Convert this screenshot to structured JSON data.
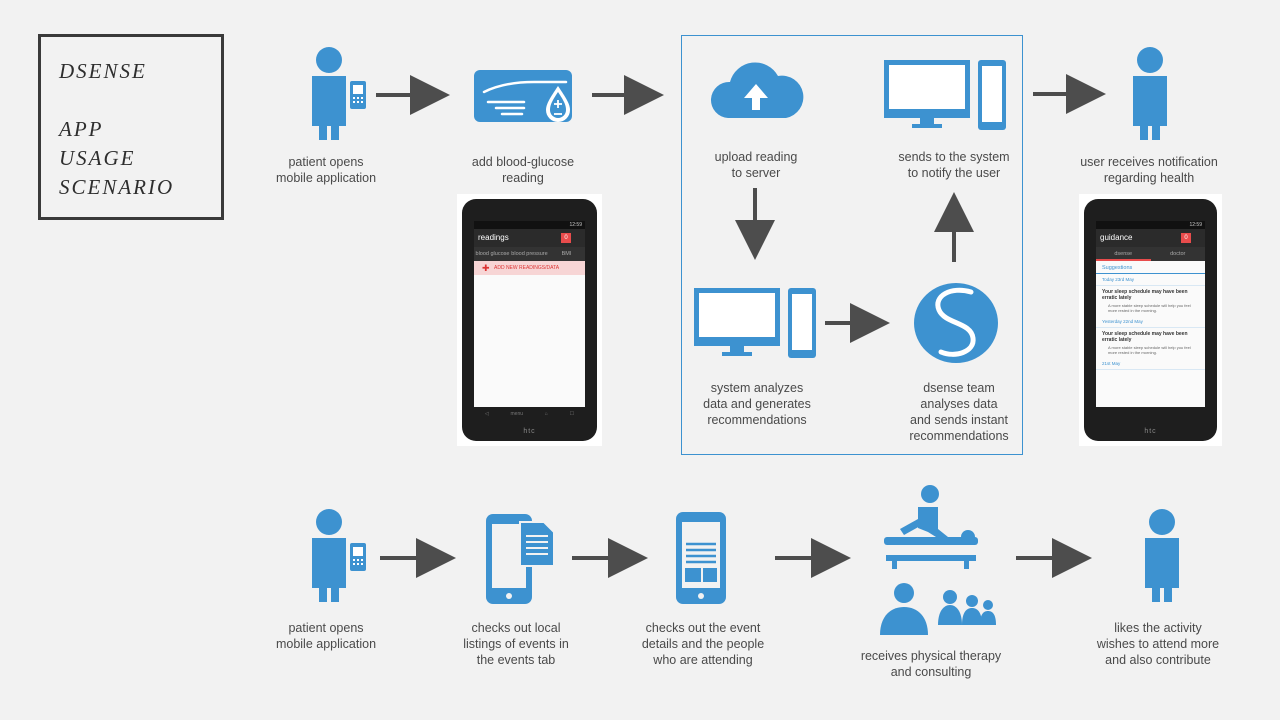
{
  "title": {
    "line1": "DSENSE",
    "line2": "APP",
    "line3": "USAGE",
    "line4": "SCENARIO"
  },
  "steps_top": [
    {
      "label": "patient opens\nmobile application",
      "icon": "person-phone-icon"
    },
    {
      "label": "add blood-glucose\nreading",
      "icon": "glucose-finger-icon"
    },
    {
      "label": "upload reading\nto server",
      "icon": "cloud-upload-icon"
    },
    {
      "label": "sends to the system\nto notify the user",
      "icon": "computer-icon"
    },
    {
      "label": "user receives notification\nregarding health",
      "icon": "person-icon"
    },
    {
      "label": "system analyzes\ndata and generates\nrecommendations",
      "icon": "computer-icon"
    },
    {
      "label": "dsense team\nanalyses data\nand sends instant\nrecommendations",
      "icon": "dsense-logo-icon"
    }
  ],
  "steps_bottom": [
    {
      "label": "patient opens\nmobile application",
      "icon": "person-phone-icon"
    },
    {
      "label": "checks out local\nlistings of events in\nthe events tab",
      "icon": "phone-document-icon"
    },
    {
      "label": "checks out the event\ndetails and the people\nwho are attending",
      "icon": "phone-details-icon"
    },
    {
      "label": "receives physical therapy\nand consulting",
      "icon": "therapy-consulting-icon"
    },
    {
      "label": "likes the activity\nwishes to attend more\nand also contribute",
      "icon": "person-icon"
    }
  ],
  "phone_readings": {
    "status_time": "12:59",
    "title": "readings",
    "badge": "0",
    "tabs": [
      "blood glucose",
      "blood pressure",
      "BMI"
    ],
    "add_label": "ADD NEW READINGS/DATA",
    "nav": [
      "◁",
      "menu",
      "⌂",
      "☐"
    ],
    "brand": "htc"
  },
  "phone_guidance": {
    "status_time": "12:59",
    "title": "guidance",
    "badge": "0",
    "tabs": [
      "dsense",
      "doctor"
    ],
    "heading": "Suggestions",
    "date1": "Today 23rd May",
    "item1_title": "Your sleep schedule may have been erratic lately",
    "item1_body": "A more stable sleep schedule will help you feel more rested in the morning.",
    "date2": "Yesterday 22nd May",
    "item2_title": "Your sleep schedule may have been erratic lately",
    "item2_body": "A more stable sleep schedule will help you feel more rested in the morning.",
    "date3": "21st May",
    "brand": "htc"
  },
  "colors": {
    "icon_blue": "#3d92d0",
    "arrow": "#4d4d4d",
    "background": "#f2f2f2"
  }
}
